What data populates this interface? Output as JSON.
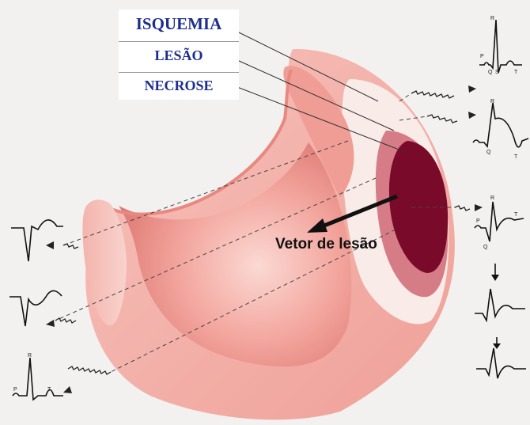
{
  "legend": {
    "isquemia": "ISQUEMIA",
    "lesao": "LESÃO",
    "necrose": "NECROSE"
  },
  "vector_label": "Vetor de lesão",
  "ecg_labels": {
    "top_right": {
      "r": "R",
      "p": "P",
      "q": "Q",
      "s": "S",
      "t": "T"
    },
    "upper_right": {
      "r": "R",
      "q": "Q",
      "t": "T"
    },
    "middle_right": {
      "r": "R",
      "p": "P",
      "q": "Q",
      "t": "T"
    },
    "bottom_left": {
      "r": "R",
      "p": "P",
      "t": "T"
    }
  },
  "colors": {
    "background": "#f3f1ef",
    "wall": "#f0a39c",
    "inner_wall": "#e9857d",
    "isquemia_zone": "#f7ecea",
    "lesao_zone": "#d87c86",
    "necrose_zone": "#7a0a2a",
    "legend_text": "#1d2d8f"
  }
}
